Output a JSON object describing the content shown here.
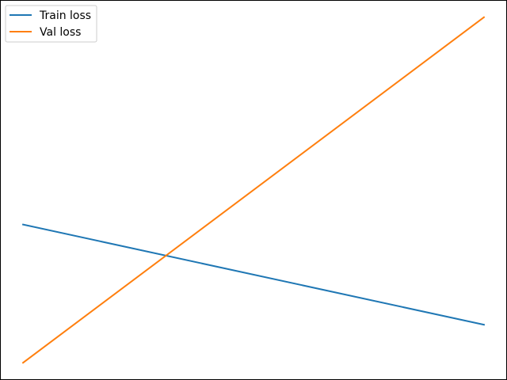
{
  "chart_data": {
    "type": "line",
    "x": [
      0,
      1
    ],
    "series": [
      {
        "name": "Train loss",
        "values": [
          0.45,
          0.16
        ],
        "color": "#1f77b4"
      },
      {
        "name": "Val loss",
        "values": [
          0.05,
          1.05
        ],
        "color": "#ff7f0e"
      }
    ],
    "xlim": [
      -0.05,
      1.05
    ],
    "ylim": [
      0.0,
      1.1
    ],
    "grid": false,
    "axes_visible": false,
    "legend": "top-left"
  }
}
